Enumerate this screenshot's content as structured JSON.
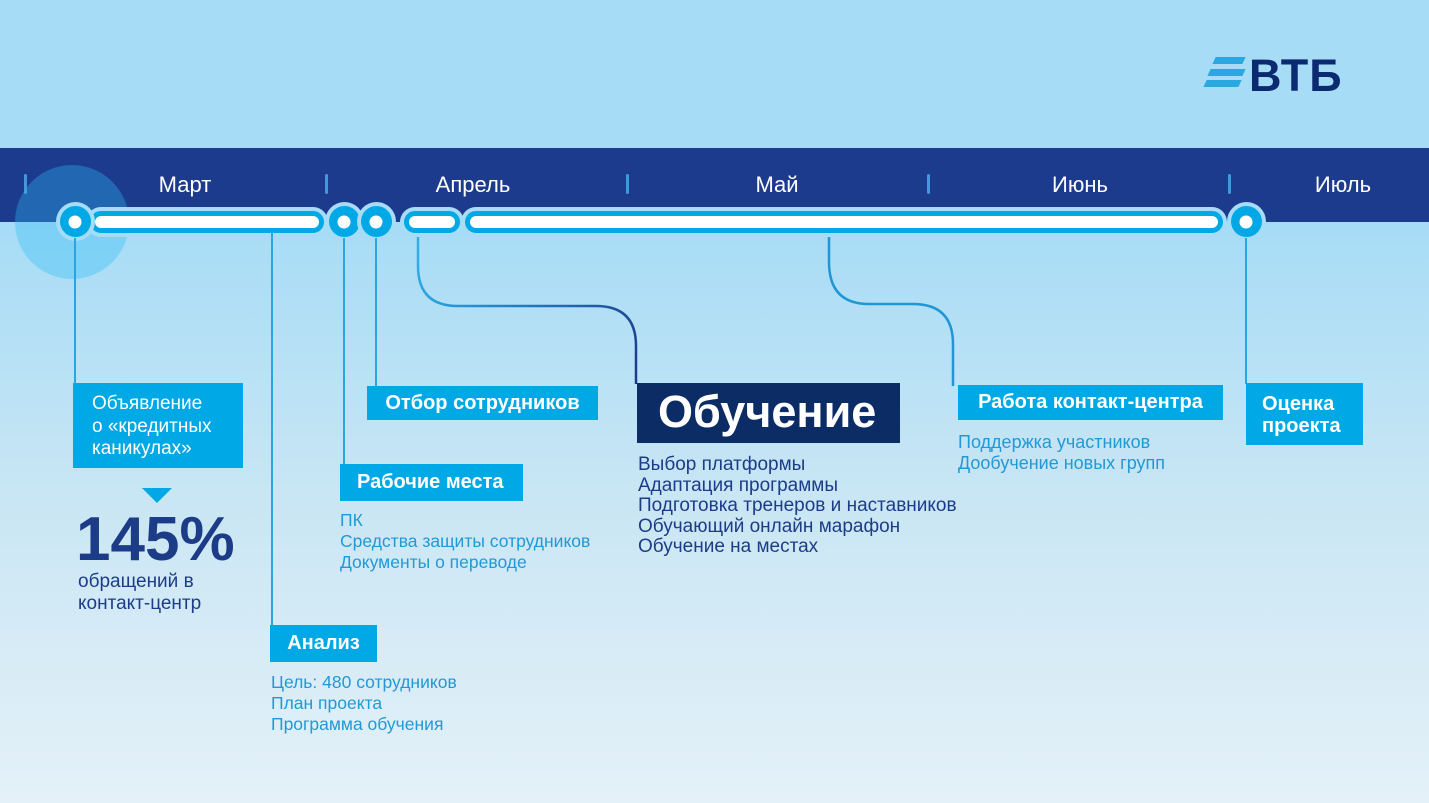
{
  "brand": {
    "name": "ВТБ"
  },
  "colors": {
    "accent_cyan": "#00a9e5",
    "band_navy": "#1c3b8d",
    "dark_navy": "#0c2c66",
    "text_navy": "#1c3c88",
    "text_cyan": "#2199d6",
    "background_top": "#a7dcf6",
    "background_bottom": "#e4f1f8"
  },
  "timeline": {
    "months": [
      "Март",
      "Апрель",
      "Май",
      "Июнь",
      "Июль"
    ]
  },
  "milestones": {
    "announcement": {
      "lines": [
        "Объявление",
        "о «кредитных",
        "каникулах»"
      ]
    },
    "stat": {
      "value": "145%",
      "caption_lines": [
        "обращений в",
        "контакт-центр"
      ]
    },
    "analysis": {
      "title": "Анализ",
      "items": [
        "Цель: 480 сотрудников",
        "План проекта",
        "Программа обучения"
      ]
    },
    "workplaces": {
      "title": "Рабочие места",
      "items": [
        "ПК",
        "Средства защиты сотрудников",
        "Документы о переводе"
      ]
    },
    "selection": {
      "title": "Отбор сотрудников"
    },
    "training": {
      "title": "Обучение",
      "items": [
        "Выбор платформы",
        "Адаптация программы",
        "Подготовка тренеров и наставников",
        "Обучающий онлайн марафон",
        "Обучение на местах"
      ]
    },
    "contact_center": {
      "title": "Работа контакт-центра",
      "items": [
        "Поддержка участников",
        "Дообучение новых групп"
      ]
    },
    "evaluation": {
      "lines": [
        "Оценка",
        "проекта"
      ]
    }
  }
}
